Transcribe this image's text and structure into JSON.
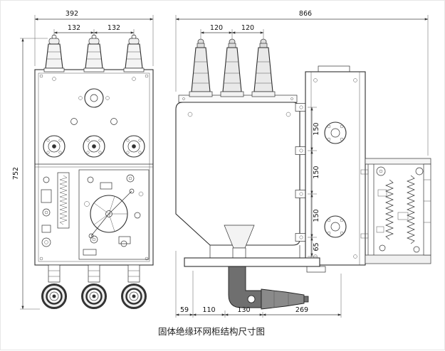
{
  "caption": "固体绝缘环网柜结构尺寸图",
  "front_view": {
    "total_width": "392",
    "phase_pitch_left": "132",
    "phase_pitch_right": "132",
    "total_height": "752"
  },
  "side_view": {
    "total_depth": "866",
    "bushing_pitch_left": "120",
    "bushing_pitch_right": "120",
    "spacing_1": "150",
    "spacing_2": "150",
    "spacing_3": "150",
    "spacing_4": "65",
    "base_1": "59",
    "base_2": "110",
    "base_3": "130",
    "base_4": "269"
  }
}
